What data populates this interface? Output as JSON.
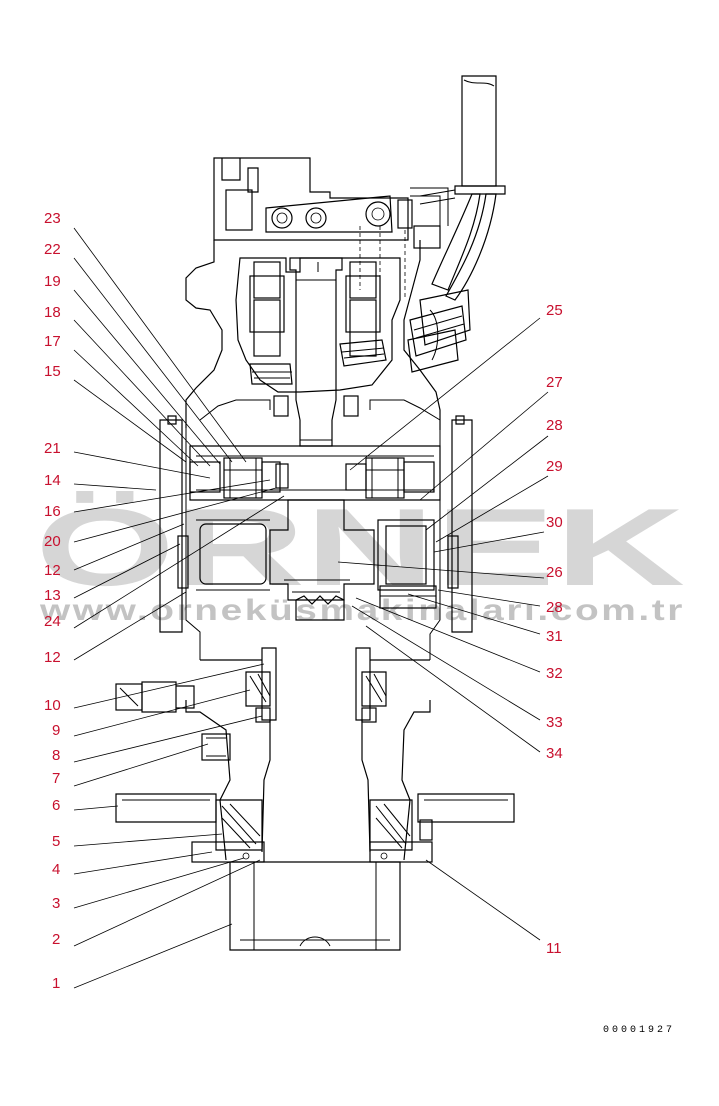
{
  "watermark": {
    "brand": "ÖRNEK",
    "url": "www.orneküsmakinaları.com.tr"
  },
  "drawing_code": "00001927",
  "labels_left": [
    "23",
    "22",
    "19",
    "18",
    "17",
    "15",
    "21",
    "14",
    "16",
    "20",
    "12",
    "13",
    "24",
    "12",
    "10",
    "9",
    "8",
    "7",
    "6",
    "5",
    "4",
    "3",
    "2",
    "1"
  ],
  "labels_right": [
    "25",
    "27",
    "28",
    "29",
    "30",
    "26",
    "28",
    "31",
    "32",
    "33",
    "34",
    "11"
  ]
}
